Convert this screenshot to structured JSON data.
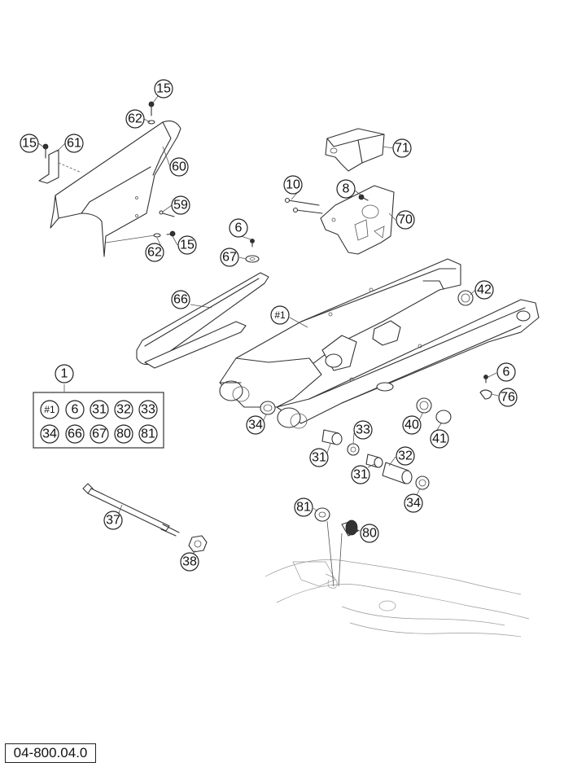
{
  "diagram_code": "04-800.04.0",
  "kit": {
    "label": "1",
    "items_row1": [
      "#1",
      "6",
      "31",
      "32",
      "33"
    ],
    "items_row2": [
      "34",
      "66",
      "67",
      "80",
      "81"
    ]
  },
  "callouts": {
    "c15a": "15",
    "c62a": "62",
    "c15b": "15",
    "c61": "61",
    "c60": "60",
    "c59": "59",
    "c62b": "62",
    "c15c": "15",
    "c71": "71",
    "c10": "10",
    "c8": "8",
    "c70": "70",
    "c6a": "6",
    "c67": "67",
    "c66": "66",
    "c42": "42",
    "c1main": "#1",
    "c6b": "6",
    "c76": "76",
    "c34a": "34",
    "c33": "33",
    "c40": "40",
    "c41": "41",
    "c31a": "31",
    "c32": "32",
    "c31b": "31",
    "c34b": "34",
    "c37": "37",
    "c38": "38",
    "c81": "81",
    "c80": "80"
  }
}
